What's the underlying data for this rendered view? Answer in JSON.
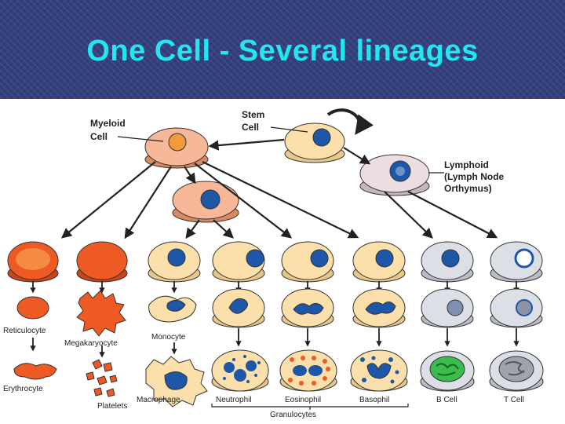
{
  "slide": {
    "title": "One Cell - Several lineages"
  },
  "colors": {
    "title": "#22e6f0",
    "background": "#34407e",
    "nucleus": "#1e56a8",
    "red_cell": "#ee5a24",
    "myeloid_cell": "#f6b898",
    "stem_cell": "#fbe0ac",
    "lymphoid_cell": "#dcdfe6"
  },
  "diagram": {
    "labels": {
      "myeloid_cell": [
        "Myeloid",
        "Cell"
      ],
      "stem_cell": [
        "Stem",
        "Cell"
      ],
      "lymphoid": [
        "Lymphoid",
        "(Lymph Node",
        "Orthymus)"
      ],
      "reticulocyte": "Reticulocyte",
      "megakaryocyte": "Megakaryocyte",
      "monocyte": "Monocyte",
      "erythrocyte": "Erythrocyte",
      "platelets": "Platelets",
      "macrophage": "Macrophage",
      "neutrophil": "Neutrophil",
      "eosinophil": "Eosinophil",
      "basophil": "Basophil",
      "b_cell": "B Cell",
      "t_cell": "T Cell",
      "granulocytes": "Granulocytes"
    }
  }
}
